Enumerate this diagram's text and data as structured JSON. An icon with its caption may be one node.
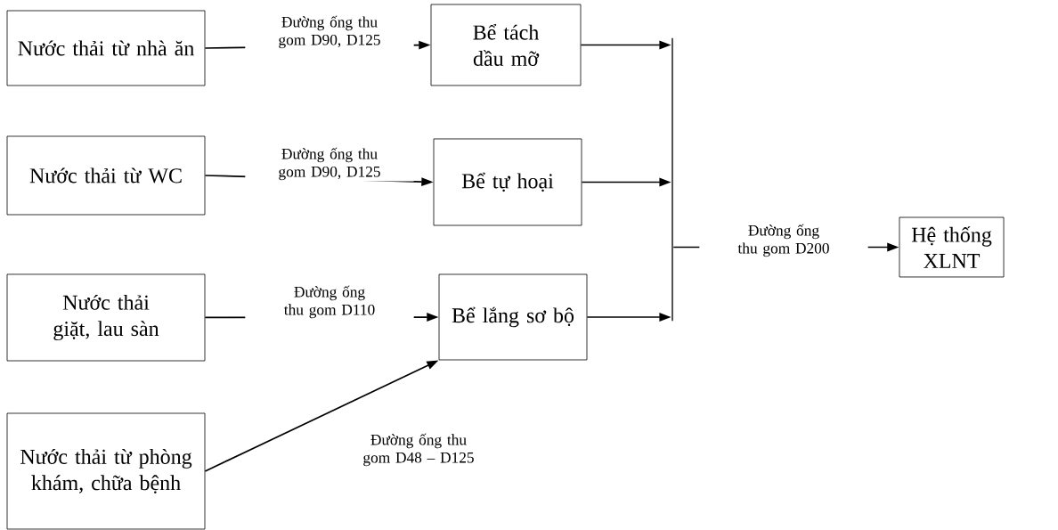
{
  "diagram": {
    "nodes": [
      {
        "text": [
          "Nước thải từ nhà ăn"
        ]
      },
      {
        "text": [
          "Bể tách dầu mỡ"
        ]
      },
      {
        "text": [
          "Nước thải từ WC"
        ]
      },
      {
        "text": [
          "Bể tự hoại"
        ]
      },
      {
        "text": [
          "Nước thải giặt, lau sàn"
        ]
      },
      {
        "text": [
          "Bể lắng sơ bộ"
        ]
      },
      {
        "text": [
          "Nước thải từ phòng khám, chữa bệnh"
        ]
      },
      {
        "text": [],
        "shape": "bar"
      },
      {
        "text": [
          "Hệ thống XLNT"
        ]
      }
    ],
    "edges": [
      {
        "from": 0,
        "to": 1,
        "arrow": "to",
        "label": "Đường ống thu gom D90, D125"
      },
      {
        "from": 2,
        "to": 3,
        "arrow": "to",
        "label": "Đường ống thu gom D90, D125"
      },
      {
        "from": 4,
        "to": 5,
        "arrow": "to",
        "label": "Đường ống thu gom D110"
      },
      {
        "from": 6,
        "to": 5,
        "arrow": "to",
        "label": "Đường ống thu gom D48 – D125"
      },
      {
        "from": 1,
        "to": 7,
        "arrow": "to"
      },
      {
        "from": 3,
        "to": 7,
        "arrow": "to"
      },
      {
        "from": 5,
        "to": 7,
        "arrow": "to"
      },
      {
        "from": 7,
        "to": 8,
        "arrow": "to",
        "label": "Đường ống thu gom D200"
      }
    ]
  }
}
